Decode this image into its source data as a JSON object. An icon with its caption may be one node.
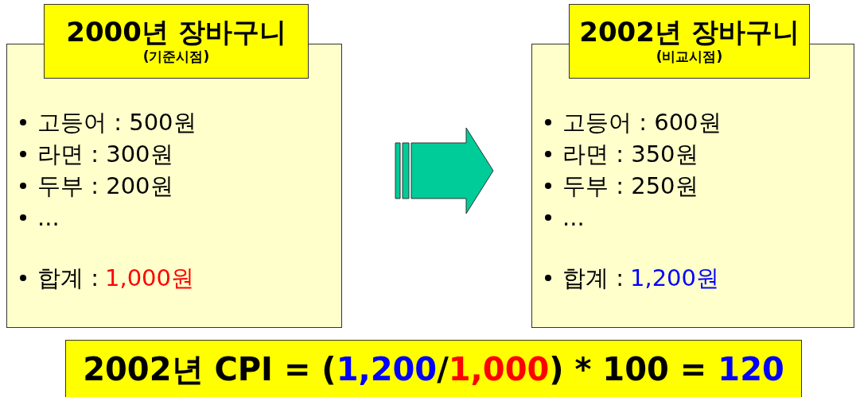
{
  "diagram": {
    "nodes": [
      {
        "text": [
          "고등어 : 500원",
          "라면 : 300원",
          "두부 : 200원",
          "...",
          "합계 :",
          "1,000원"
        ]
      },
      {
        "text": [
          "2000년 장바구니",
          "(기준시점)"
        ]
      },
      {
        "text": [
          "고등어 : 600원",
          "라면 : 350원",
          "두부 : 250원",
          "...",
          "합계 :",
          "1,200원"
        ]
      },
      {
        "text": [
          "2002년 장바구니",
          "(비교시점)"
        ]
      },
      {
        "text": [
          "2002년 CPI = (",
          "1,200",
          "/",
          "1,000",
          ") * 100 =",
          "120"
        ]
      }
    ],
    "edges": [
      {
        "from": 0,
        "to": 2,
        "arrow": "to",
        "style": "thick"
      }
    ]
  }
}
